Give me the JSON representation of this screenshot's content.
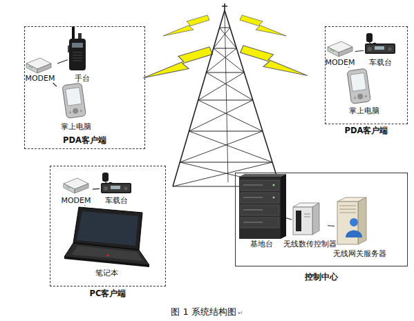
{
  "diagram": {
    "caption": "图 1 系统结构图",
    "nodes": [
      {
        "text": [
          "PDA客户端"
        ]
      },
      {
        "text": [
          "MODEM"
        ],
        "in": 0
      },
      {
        "text": [
          "手台"
        ],
        "in": 0
      },
      {
        "text": [
          "掌上电脑"
        ],
        "in": 0
      },
      {
        "text": [
          "PDA客户端"
        ]
      },
      {
        "text": [
          "MODEM"
        ],
        "in": 4
      },
      {
        "text": [
          "车载台"
        ],
        "in": 4
      },
      {
        "text": [
          "掌上电脑"
        ],
        "in": 4
      },
      {
        "text": [
          "PC客户端"
        ]
      },
      {
        "text": [
          "MODEM"
        ],
        "in": 8
      },
      {
        "text": [
          "车载台"
        ],
        "in": 8
      },
      {
        "text": [
          "笔记本"
        ],
        "in": 8
      },
      {
        "text": [
          "控制中心"
        ]
      },
      {
        "text": [
          "基地台"
        ],
        "in": 12
      },
      {
        "text": [
          "无线数传控制器"
        ],
        "in": 12
      },
      {
        "text": [
          "无线网关服务器"
        ],
        "in": 12
      }
    ],
    "edges": [
      {
        "from": 1,
        "to": 2,
        "arrow": "none"
      },
      {
        "from": 1,
        "to": 3,
        "arrow": "none"
      },
      {
        "from": 5,
        "to": 6,
        "arrow": "none"
      },
      {
        "from": 5,
        "to": 7,
        "arrow": "none"
      },
      {
        "from": 9,
        "to": 10,
        "arrow": "none"
      },
      {
        "from": 9,
        "to": 11,
        "arrow": "none"
      },
      {
        "from": 13,
        "to": 14,
        "arrow": "none"
      },
      {
        "from": 14,
        "to": 15,
        "arrow": "none"
      }
    ],
    "labels": [
      "↵"
    ]
  }
}
